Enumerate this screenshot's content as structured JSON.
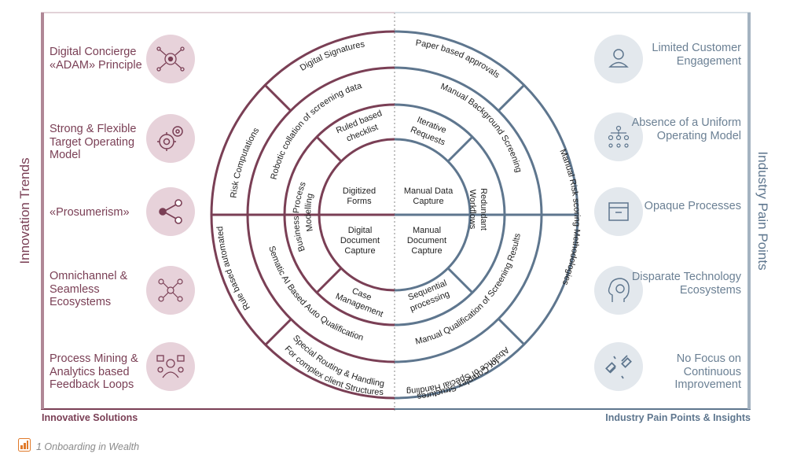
{
  "left_items": [
    {
      "label": "Digital Concierge «ADAM» Principle",
      "icon": "network-hub-icon"
    },
    {
      "label": "Strong & Flexible Target Operating Model",
      "icon": "gears-icon"
    },
    {
      "label": "«Prosumerism»",
      "icon": "share-icon"
    },
    {
      "label": "Omnichannel & Seamless Ecosystems",
      "icon": "people-network-icon"
    },
    {
      "label": "Process Mining & Analytics based Feedback Loops",
      "icon": "analytics-people-icon"
    }
  ],
  "right_items": [
    {
      "label": "Limited Customer Engagement",
      "icon": "person-icon"
    },
    {
      "label": "Absence of a Uniform Operating Model",
      "icon": "hierarchy-icon"
    },
    {
      "label": "Opaque Processes",
      "icon": "box-icon"
    },
    {
      "label": "Disparate Technology Ecosystems",
      "icon": "head-brain-icon"
    },
    {
      "label": "No Focus on Continuous Improvement",
      "icon": "broken-link-icon"
    }
  ],
  "side_titles": {
    "left": "Innovation Trends",
    "right": "Industry Pain Points"
  },
  "footer": {
    "left": "Innovative Solutions",
    "right": "Industry Pain Points & Insights"
  },
  "caption": "1 Onboarding in Wealth",
  "rings": {
    "outer": [
      "Digital Signatures",
      "Paper based approvals",
      "Manual Risk scoring Methodologies",
      "Absence of Special Handling",
      "for Complex Structures",
      "Special Routing & Handling",
      "For complex client Structures",
      "Rule based automated",
      "Risk Computations"
    ],
    "middle": [
      "Robotic collation of screening data",
      "Manual Background Screening",
      "Manual Qualification of Screening Results",
      "Sematic AI Based Auto Qualification"
    ],
    "inner": [
      "Ruled based",
      "checklist",
      "Iterative",
      "Requests",
      "Redundant",
      "Workflows",
      "Sequential",
      "processing",
      "Case",
      "Management",
      "Business Process",
      "Modelling"
    ],
    "core": [
      "Digitized",
      "Forms",
      "Manual Data",
      "Capture",
      "Digital",
      "Document",
      "Capture",
      "Manual",
      "Document",
      "Capture"
    ]
  },
  "colors": {
    "innovation": "#7a3f55",
    "pain": "#5e768e",
    "innovation_bg": "#f3e4ea",
    "pain_bg": "#e9eef3"
  }
}
